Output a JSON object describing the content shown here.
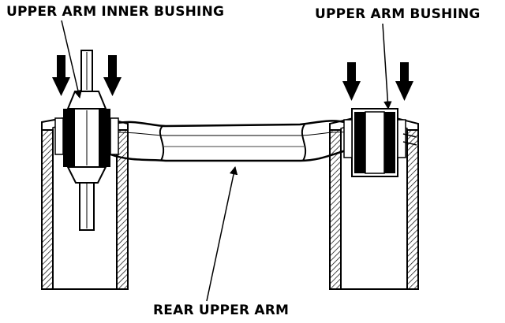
{
  "labels": {
    "upper_arm_inner_bushing": "UPPER ARM INNER BUSHING",
    "upper_arm_bushing": "UPPER ARM BUSHING",
    "rear_upper_arm": "REAR UPPER ARM"
  },
  "colors": {
    "ink": "#000000",
    "paper": "#ffffff"
  }
}
